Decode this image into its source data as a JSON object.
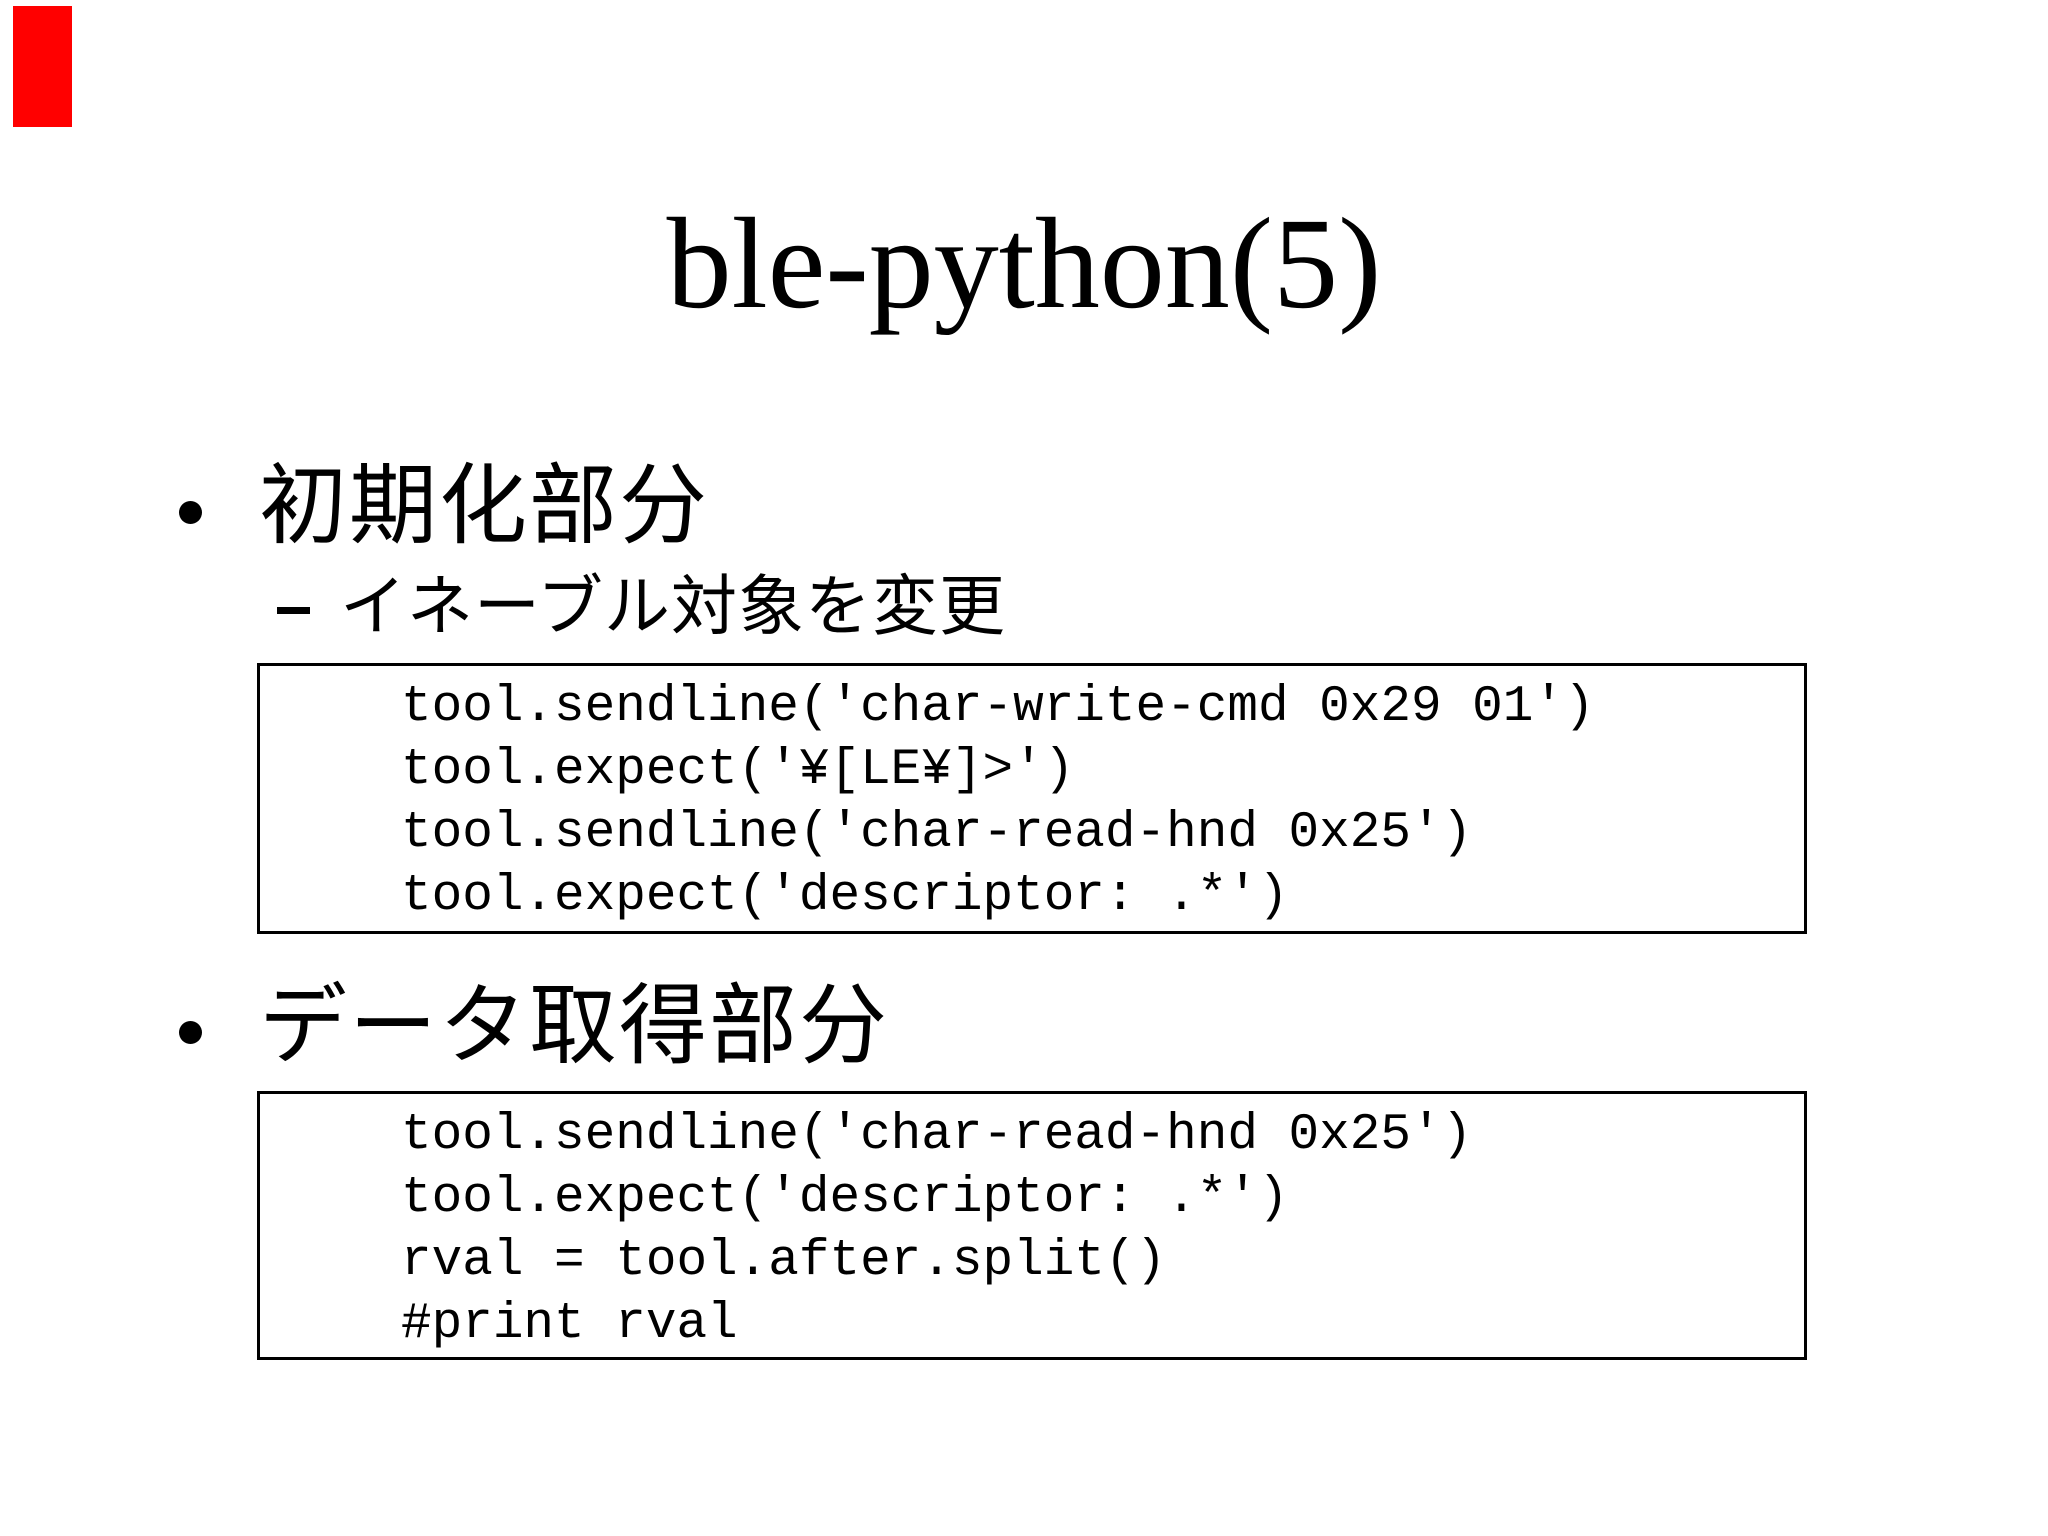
{
  "annotation": {
    "color": "#ff0000"
  },
  "title": "ble-python(5)",
  "bullets": [
    {
      "label": "初期化部分",
      "sub_label": "イネーブル対象を変更",
      "code": [
        "tool.sendline('char-write-cmd 0x29 01')",
        "tool.expect('¥[LE¥]>')",
        "tool.sendline('char-read-hnd 0x25')",
        "tool.expect('descriptor: .*')"
      ]
    },
    {
      "label": "データ取得部分",
      "code": [
        "tool.sendline('char-read-hnd 0x25')",
        "tool.expect('descriptor: .*')",
        "rval = tool.after.split()",
        "#print rval"
      ]
    }
  ]
}
